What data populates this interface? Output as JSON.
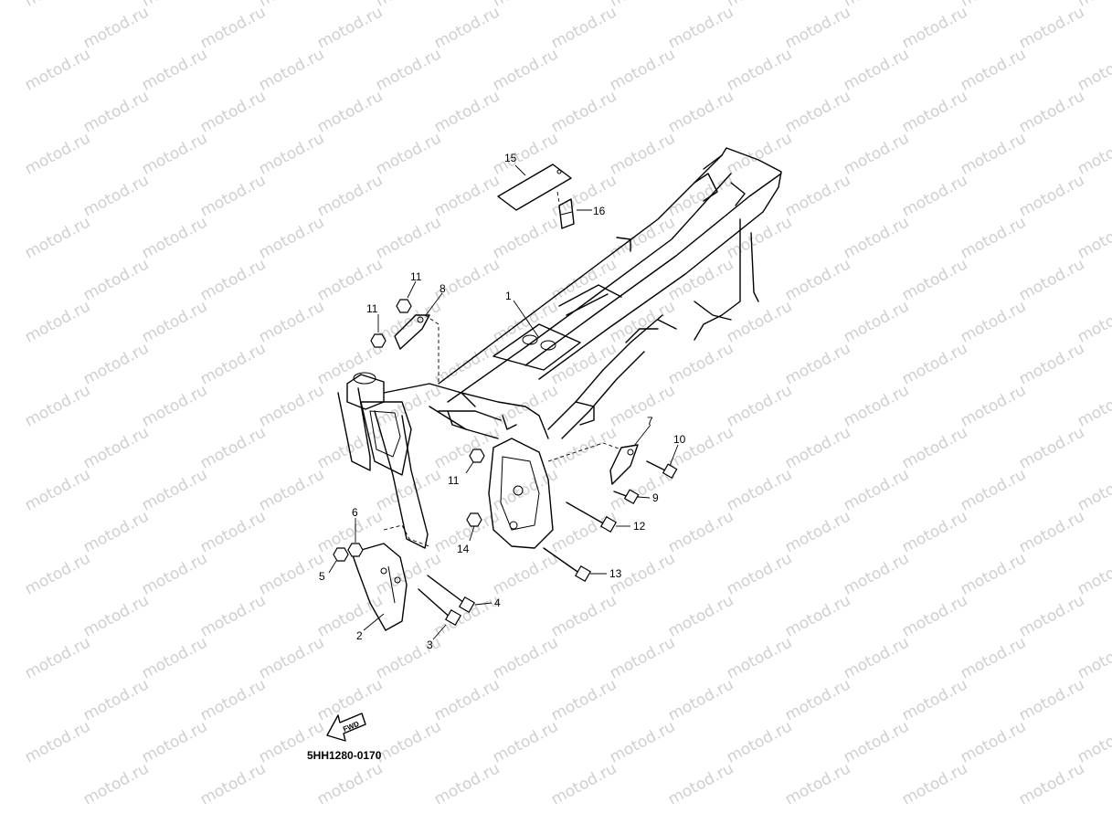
{
  "watermark": "motod.ru",
  "diagram_code": "5HH1280-0170",
  "fwd_label": "FWD",
  "callouts": {
    "c1": "1",
    "c2": "2",
    "c3": "3",
    "c4": "4",
    "c5": "5",
    "c6": "6",
    "c7": "7",
    "c8": "8",
    "c9": "9",
    "c10": "10",
    "c11a": "11",
    "c11b": "11",
    "c11c": "11",
    "c12": "12",
    "c13": "13",
    "c14": "14",
    "c15": "15",
    "c16": "16"
  }
}
